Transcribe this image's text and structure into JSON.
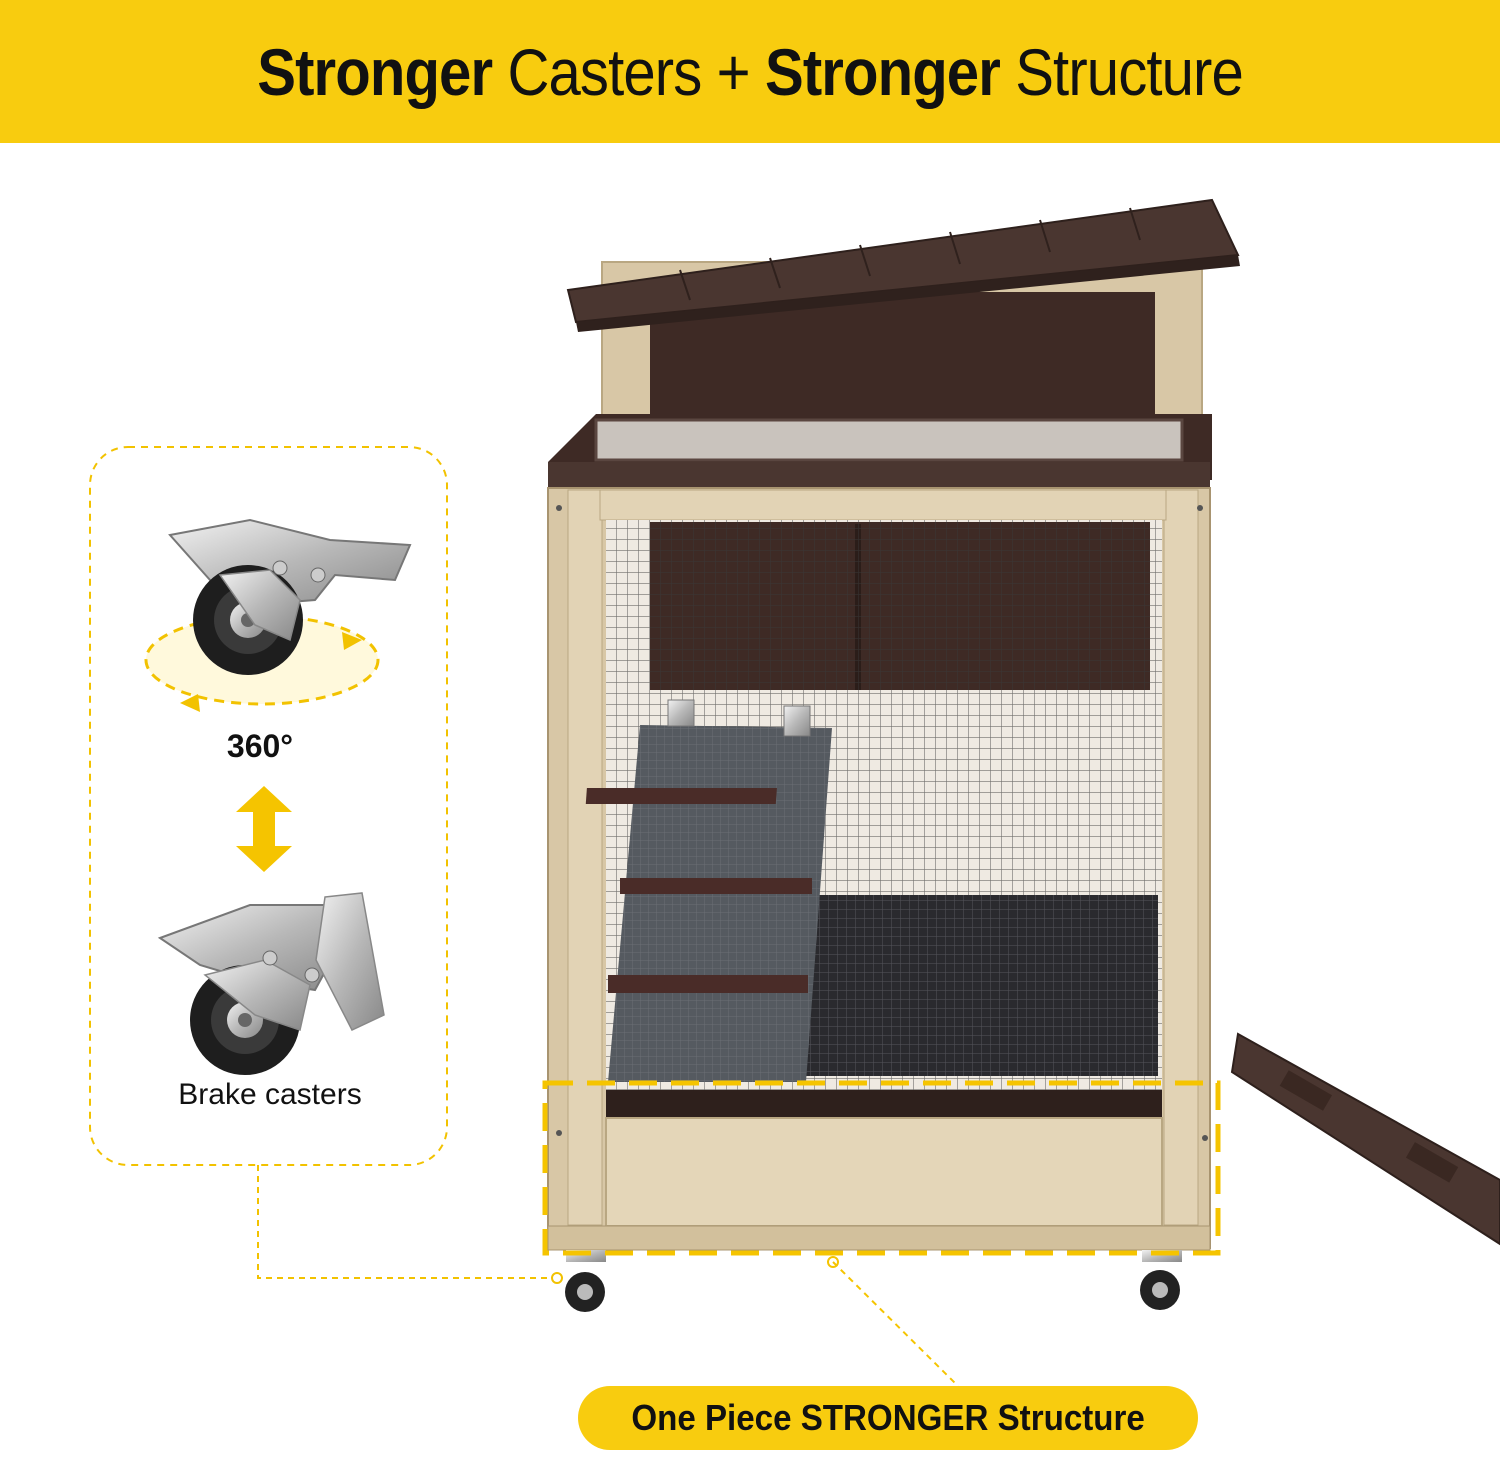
{
  "header": {
    "bold_1": "Stronger",
    "regular_1": " Casters + ",
    "bold_2": "Stronger",
    "regular_2": " Structure"
  },
  "callout": {
    "rotation_label": "360°",
    "brake_label": "Brake casters"
  },
  "structure_badge": {
    "label": "One Piece STRONGER Structure"
  },
  "colors": {
    "accent_yellow": "#f8cc0f",
    "wood_light": "#d8c7a6",
    "wood_dark": "#3e2a25",
    "text": "#111111"
  },
  "icons": [
    "swivel-caster-icon",
    "rotation-arrow-icon",
    "double-arrow-icon",
    "brake-caster-icon"
  ]
}
